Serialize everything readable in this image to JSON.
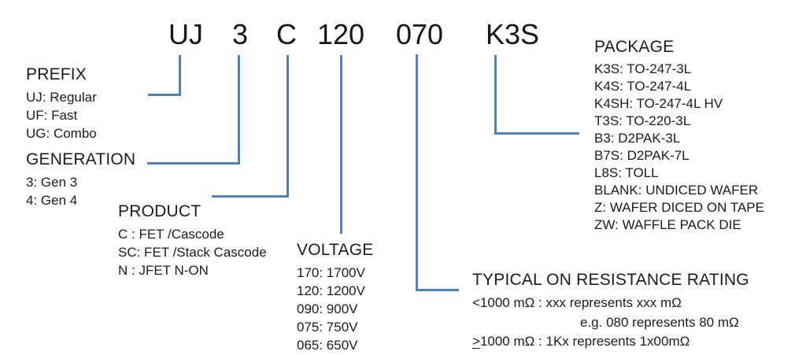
{
  "part_number": {
    "segments": [
      {
        "code": "UJ"
      },
      {
        "code": "3"
      },
      {
        "code": "C"
      },
      {
        "code": "120"
      },
      {
        "code": "070"
      },
      {
        "code": "K3S"
      }
    ]
  },
  "sections": {
    "prefix": {
      "title": "PREFIX",
      "items": [
        "UJ: Regular",
        "UF: Fast",
        "UG: Combo"
      ]
    },
    "generation": {
      "title": "GENERATION",
      "items": [
        "3: Gen 3",
        "4: Gen 4"
      ]
    },
    "product": {
      "title": "PRODUCT",
      "items": [
        "C : FET /Cascode",
        "SC: FET /Stack Cascode",
        "N : JFET N-ON"
      ]
    },
    "voltage": {
      "title": "VOLTAGE",
      "items": [
        "170: 1700V",
        "120: 1200V",
        "090: 900V",
        "075: 750V",
        "065: 650V"
      ]
    },
    "resistance": {
      "title": "TYPICAL ON RESISTANCE RATING",
      "lines": [
        "<1000 mΩ : xxx represents xxx mΩ",
        "e.g. 080 represents 80 mΩ"
      ],
      "geq_symbol": ">",
      "geq_text": "1000 mΩ : 1Kx represents 1x00mΩ"
    },
    "package": {
      "title": "PACKAGE",
      "items": [
        "K3S: TO-247-3L",
        "K4S: TO-247-4L",
        "K4SH: TO-247-4L HV",
        "T3S: TO-220-3L",
        "B3: D2PAK-3L",
        "B7S: D2PAK-7L",
        "L8S: TOLL",
        "BLANK: UNDICED WAFER",
        "Z: WAFER DICED ON TAPE",
        "ZW: WAFFLE PACK DIE"
      ]
    }
  },
  "colors": {
    "connector_line": "#4f81bd",
    "text": "#1c1c1c",
    "background": "#ffffff"
  }
}
